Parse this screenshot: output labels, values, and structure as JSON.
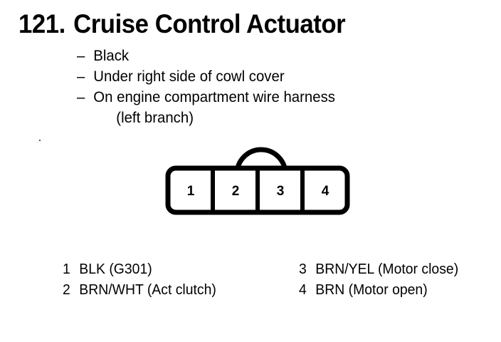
{
  "document": {
    "title_number": "121.",
    "title_text": "Cruise Control Actuator",
    "ink_color": "#000000",
    "background_color": "#ffffff"
  },
  "description": {
    "bullet_marker": "–",
    "items": [
      "Black",
      "Under right side of cowl cover",
      "On engine compartment wire harness"
    ],
    "continuation": "(left branch)"
  },
  "connector": {
    "name": "4-cavity connector",
    "cavity_count": 4,
    "cavities": [
      "1",
      "2",
      "3",
      "4"
    ],
    "latch": "semicircular-latch-arch"
  },
  "legend": {
    "left_column": [
      {
        "pin": "1",
        "desc": "BLK (G301)"
      },
      {
        "pin": "2",
        "desc": "BRN/WHT (Act clutch)"
      }
    ],
    "right_column": [
      {
        "pin": "3",
        "desc": "BRN/YEL (Motor close)"
      },
      {
        "pin": "4",
        "desc": "BRN (Motor open)"
      }
    ]
  }
}
